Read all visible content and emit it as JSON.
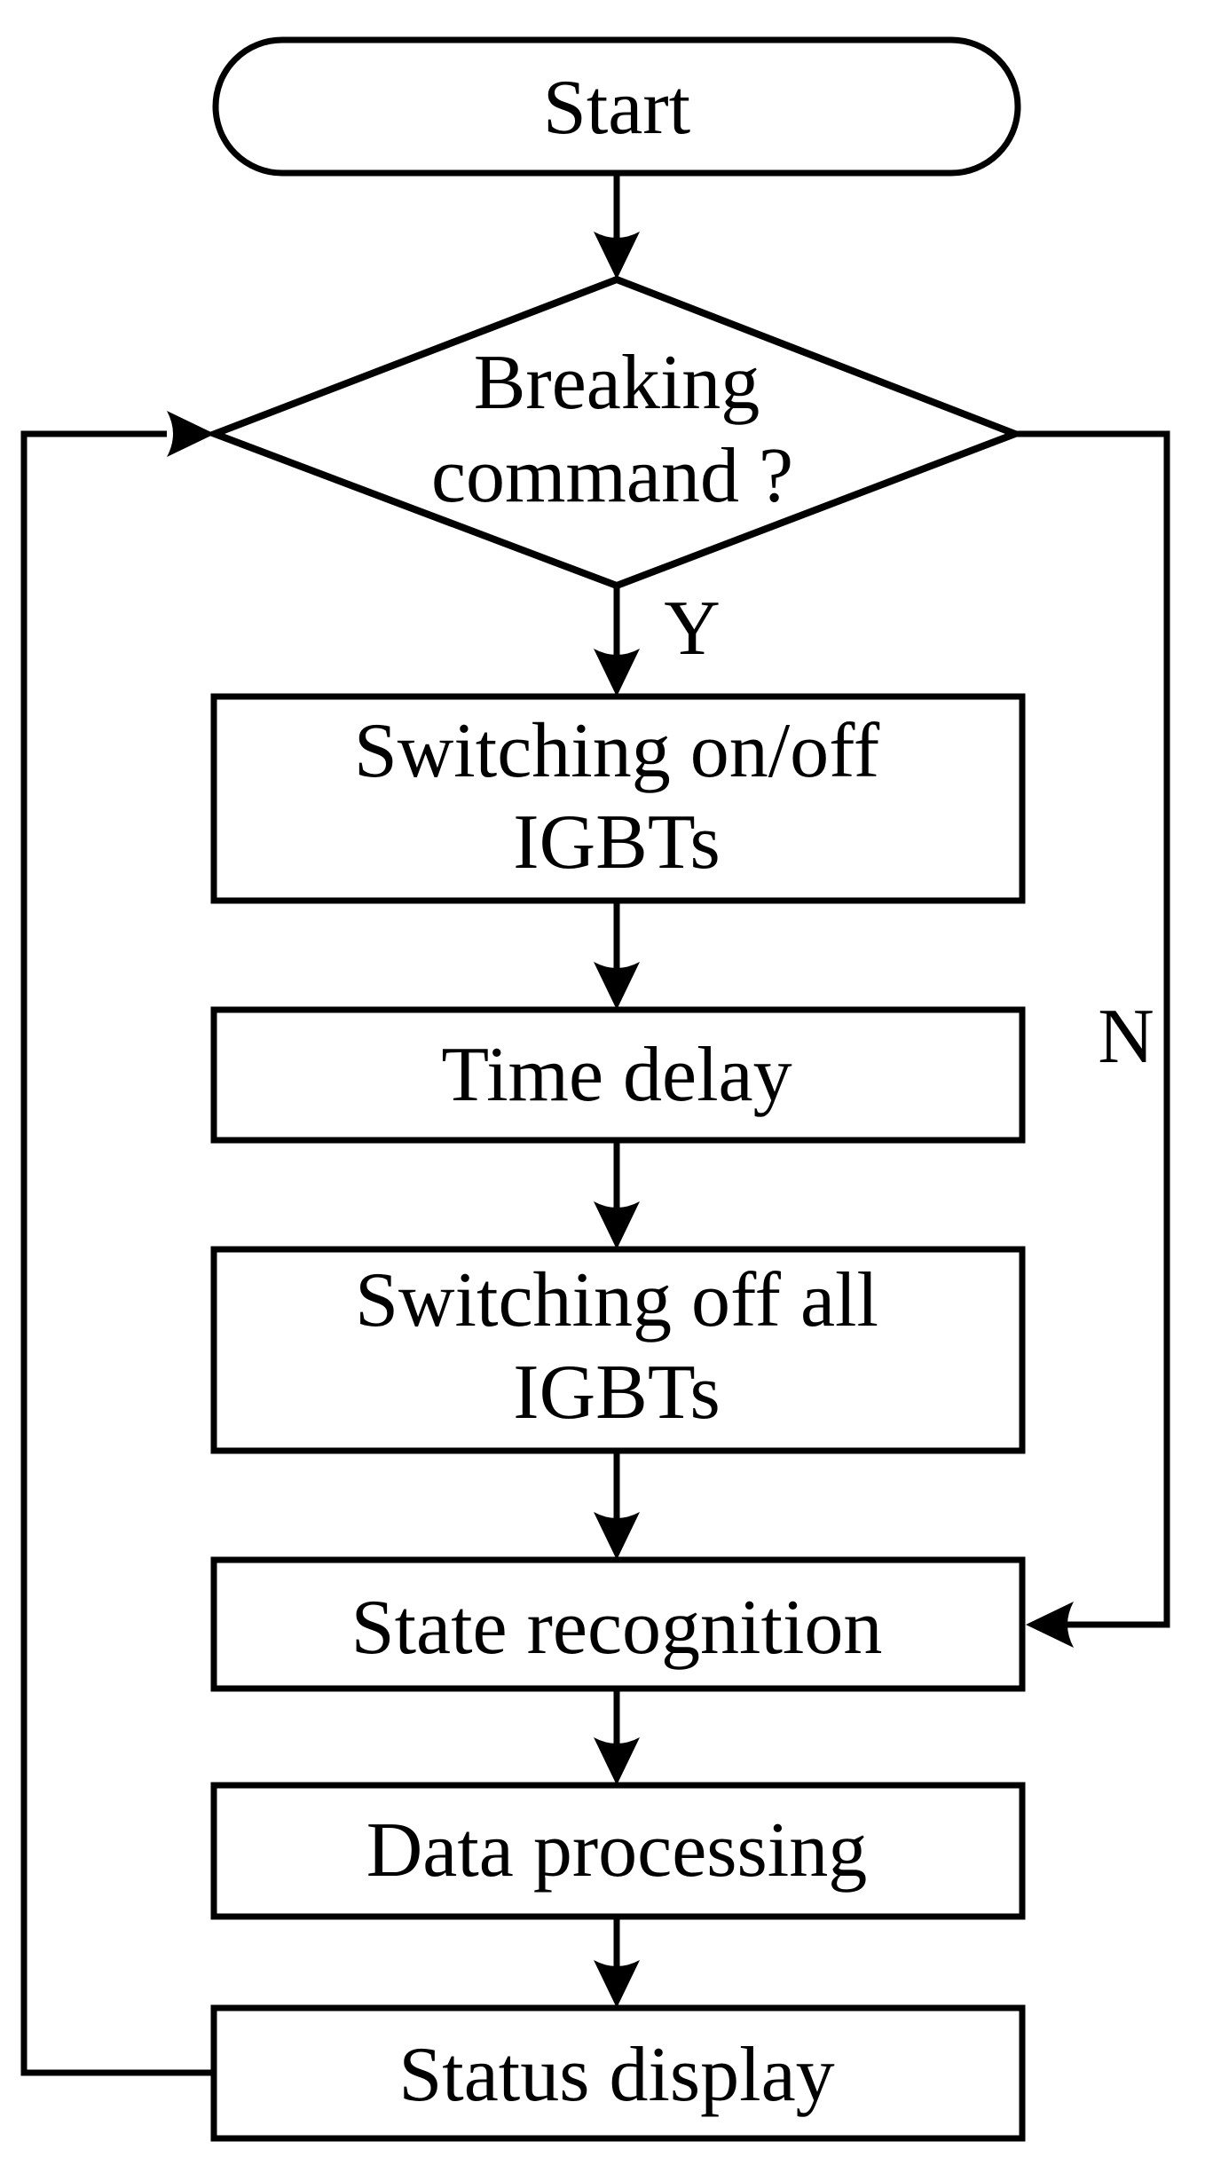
{
  "flowchart": {
    "start": {
      "label": "Start"
    },
    "decision": {
      "line1": "Breaking",
      "line2": "command ?"
    },
    "branch_yes_label": "Y",
    "branch_no_label": "N",
    "steps": {
      "switching_on_off": {
        "line1": "Switching on/off",
        "line2": "IGBTs"
      },
      "time_delay": {
        "label": "Time delay"
      },
      "switching_off_all": {
        "line1": "Switching off all",
        "line2": "IGBTs"
      },
      "state_recognition": {
        "label": "State recognition"
      },
      "data_processing": {
        "label": "Data processing"
      },
      "status_display": {
        "label": "Status display"
      }
    },
    "colors": {
      "stroke": "#000000",
      "background": "#ffffff"
    }
  }
}
